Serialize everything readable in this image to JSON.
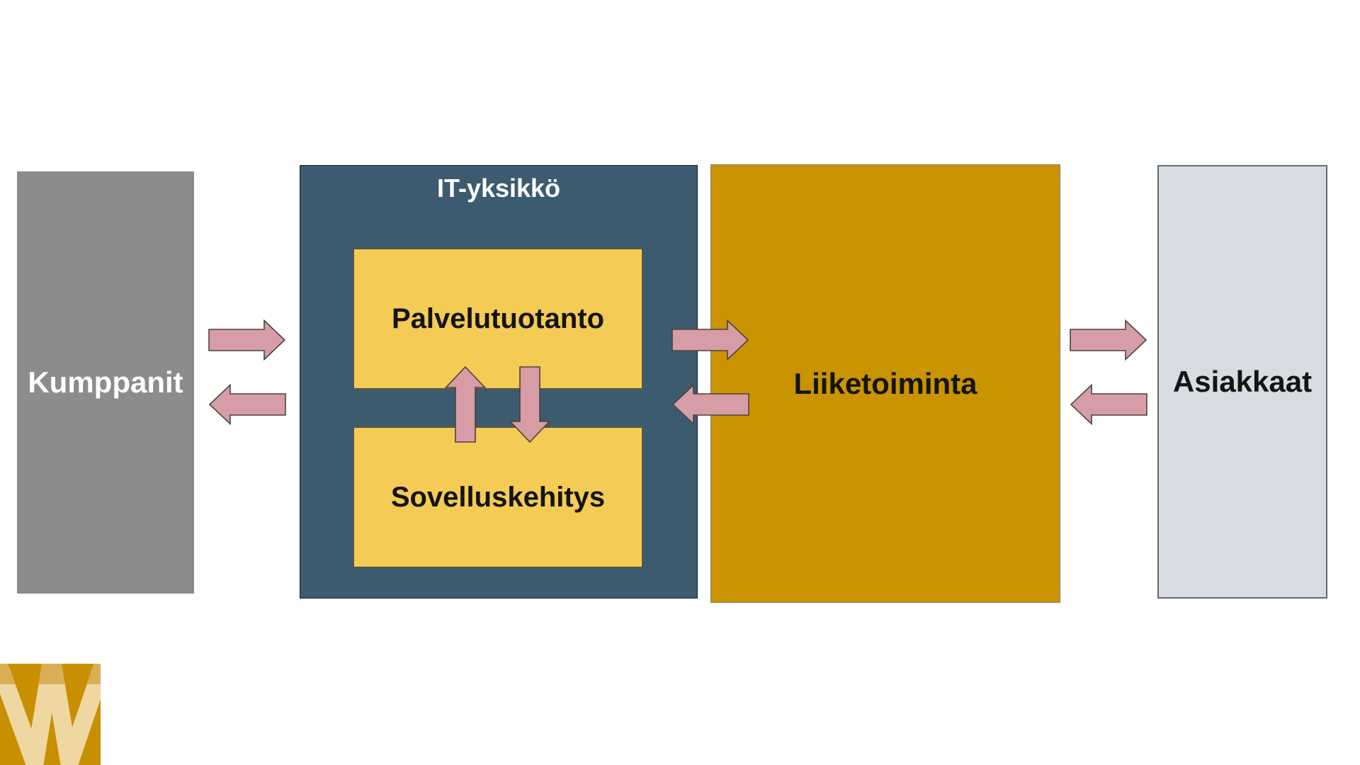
{
  "page": {
    "background": "#FFFFFF"
  },
  "diagram": {
    "partners": {
      "label": "Kumppanit"
    },
    "it_unit": {
      "title": "IT-yksikkö",
      "children": {
        "service_production": {
          "label": "Palvelutuotanto"
        },
        "application_development": {
          "label": "Sovelluskehitys"
        }
      }
    },
    "business": {
      "label": "Liiketoiminta"
    },
    "customers": {
      "label": "Asiakkaat"
    },
    "logo": {
      "letter": "W"
    },
    "colors": {
      "partner_gray": "#8C8C8C",
      "it_blue": "#3C5B6F",
      "inner_yellow": "#F3CB55",
      "business_gold": "#CA9300",
      "customer_light": "#D7DCE2",
      "arrow_pink": "#D69DA7",
      "arrow_outline": "#4F4238",
      "logo_gold": "#C89001",
      "logo_letter_cream": "#EFD7A2",
      "logo_band_gold": "#D9AE55",
      "label_dark": "#141414",
      "label_light": "#FFFFFF"
    }
  }
}
